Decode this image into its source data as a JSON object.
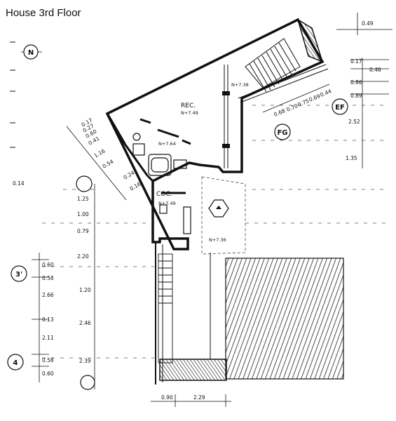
{
  "title": "House 3rd Floor",
  "rooms": {
    "rec": "REC.",
    "coc": "COC."
  },
  "levels": {
    "rec": "N+7.49",
    "stair": "N+7.38",
    "wc": "N+7.64",
    "coc": "N+7.49",
    "terrace": "N+7.36"
  },
  "grid_bubbles": {
    "n": "N",
    "ef": "EF",
    "fg": "FG",
    "three": "3'",
    "four": "4"
  },
  "dims": {
    "top_right": "0.49",
    "right": [
      "0.17",
      "0.46",
      "0.86",
      "0.89",
      "2.52",
      "1.35"
    ],
    "left_mid": "0.14",
    "diag_left": [
      "0.17",
      "0.27",
      "0.60",
      "0.41",
      "1.16",
      "0.54",
      "0.24",
      "0.16"
    ],
    "diag_right": [
      "0.68",
      "0.70",
      "0.75",
      "0.69",
      "0.44"
    ],
    "left_col": [
      "1.25",
      "1.00",
      "0.79",
      "2.20",
      "1.20",
      "2.46",
      "2.39"
    ],
    "left_col2": [
      "0.60",
      "0.58",
      "2.66",
      "0.13",
      "2.11",
      "0.58",
      "0.60"
    ],
    "bottom": [
      "0.90",
      "2.29"
    ]
  }
}
